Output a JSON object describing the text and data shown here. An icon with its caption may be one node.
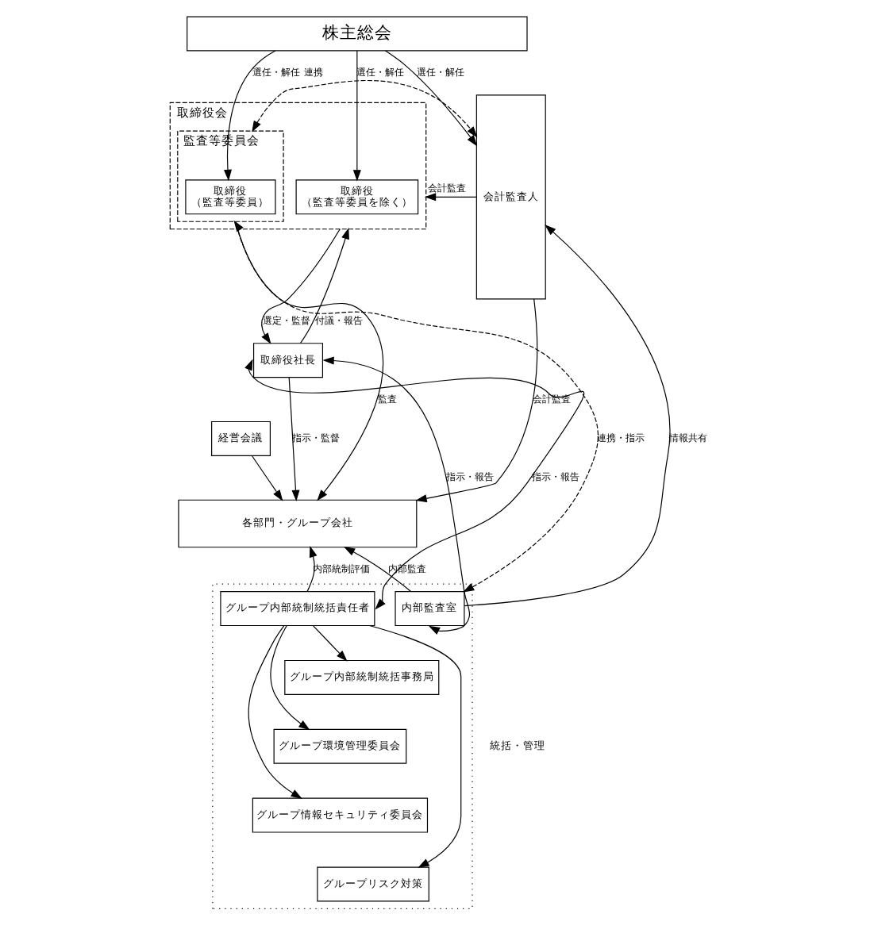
{
  "diagram": {
    "nodes": [
      {
        "text": [
          "株主総会"
        ]
      },
      {
        "text": [
          "取締役会"
        ]
      },
      {
        "text": [
          "取締役",
          "（監査等委員を除く）"
        ],
        "in": 1
      },
      {
        "text": [
          "監査等委員会"
        ],
        "in": 1
      },
      {
        "text": [
          "取締役",
          "（監査等委員）"
        ],
        "in": 3
      },
      {
        "text": [
          "会計監査人"
        ]
      },
      {
        "text": [
          "取締役社長"
        ]
      },
      {
        "text": [
          "経営会議"
        ]
      },
      {
        "text": [
          "各部門・グループ会社"
        ]
      },
      {
        "text": [],
        "shape": "box"
      },
      {
        "text": [
          "グループ内部統制統括責任者"
        ],
        "in": 9
      },
      {
        "text": [
          "グループ内部統制統括事務局"
        ],
        "in": 9
      },
      {
        "text": [
          "グループ環境管理委員会"
        ],
        "in": 9
      },
      {
        "text": [
          "グループ情報セキュリティ委員会"
        ],
        "in": 9
      },
      {
        "text": [
          "グループリスク対策"
        ],
        "in": 9
      },
      {
        "text": [
          "内部監査室"
        ],
        "in": 9
      }
    ],
    "edges": [
      {
        "from": 0,
        "to": 2,
        "arrow": "to",
        "label": "選任・解任"
      },
      {
        "from": 0,
        "to": 4,
        "arrow": "to",
        "label": "選任・解任"
      },
      {
        "from": 0,
        "to": 5,
        "arrow": "to",
        "label": "選任・解任"
      },
      {
        "from": 3,
        "to": 5,
        "arrow": "both",
        "label": "連携",
        "style": "dashed"
      },
      {
        "from": 5,
        "to": 1,
        "arrow": "to",
        "label": "会計監査"
      },
      {
        "from": 1,
        "to": 6,
        "arrow": "to",
        "label": "選定・監督"
      },
      {
        "from": 6,
        "to": 1,
        "arrow": "to",
        "label": "付議・報告"
      },
      {
        "from": 3,
        "to": 8,
        "arrow": "to",
        "label": "監査"
      },
      {
        "from": 15,
        "to": 3,
        "arrow": "both",
        "label": "連携・指示",
        "style": "dashed"
      },
      {
        "from": 5,
        "to": 8,
        "arrow": "to",
        "label": "会計監査"
      },
      {
        "from": 10,
        "to": 6,
        "arrow": "both",
        "label": "指示・報告"
      },
      {
        "from": 6,
        "to": 15,
        "arrow": "both",
        "label": "指示・報告"
      },
      {
        "from": 6,
        "to": 8,
        "arrow": "to",
        "label": "指示・監督"
      },
      {
        "from": 7,
        "to": 8,
        "arrow": "to"
      },
      {
        "from": 10,
        "to": 8,
        "arrow": "to",
        "label": "内部統制評価"
      },
      {
        "from": 15,
        "to": 8,
        "arrow": "to",
        "label": "内部監査"
      },
      {
        "from": 10,
        "to": 11,
        "arrow": "to"
      },
      {
        "from": 10,
        "to": 12,
        "arrow": "to"
      },
      {
        "from": 10,
        "to": 13,
        "arrow": "to"
      },
      {
        "from": 10,
        "to": 14,
        "arrow": "to"
      },
      {
        "from": 15,
        "to": 5,
        "arrow": "to",
        "label": "情報共有"
      }
    ],
    "labels": [
      "統括・管理"
    ]
  }
}
